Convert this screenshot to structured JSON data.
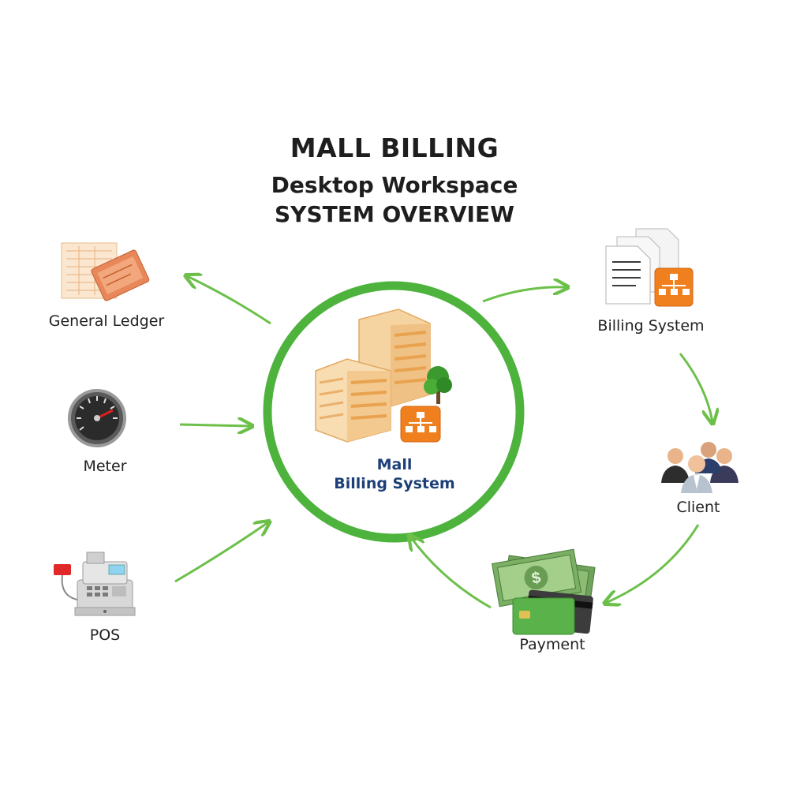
{
  "title": {
    "line1": "MALL BILLING",
    "line2": "Desktop Workspace",
    "line3": "SYSTEM OVERVIEW"
  },
  "center": {
    "line1": "Mall",
    "line2": "Billing System"
  },
  "nodes": {
    "general_ledger": "General Ledger",
    "meter": "Meter",
    "pos": "POS",
    "billing_system": "Billing System",
    "client": "Client",
    "payment": "Payment"
  },
  "colors": {
    "arrow": "#6cc04a",
    "circle": "#4db33d",
    "center_text": "#1c3f78",
    "building": "#f4c98d",
    "accent_orange": "#f07f1e"
  },
  "icons": {
    "general_ledger": "ledger-icon",
    "meter": "speedometer-icon",
    "pos": "cash-register-icon",
    "billing_system": "documents-icon",
    "client": "people-icon",
    "payment": "money-card-icon",
    "center": "building-icon"
  }
}
